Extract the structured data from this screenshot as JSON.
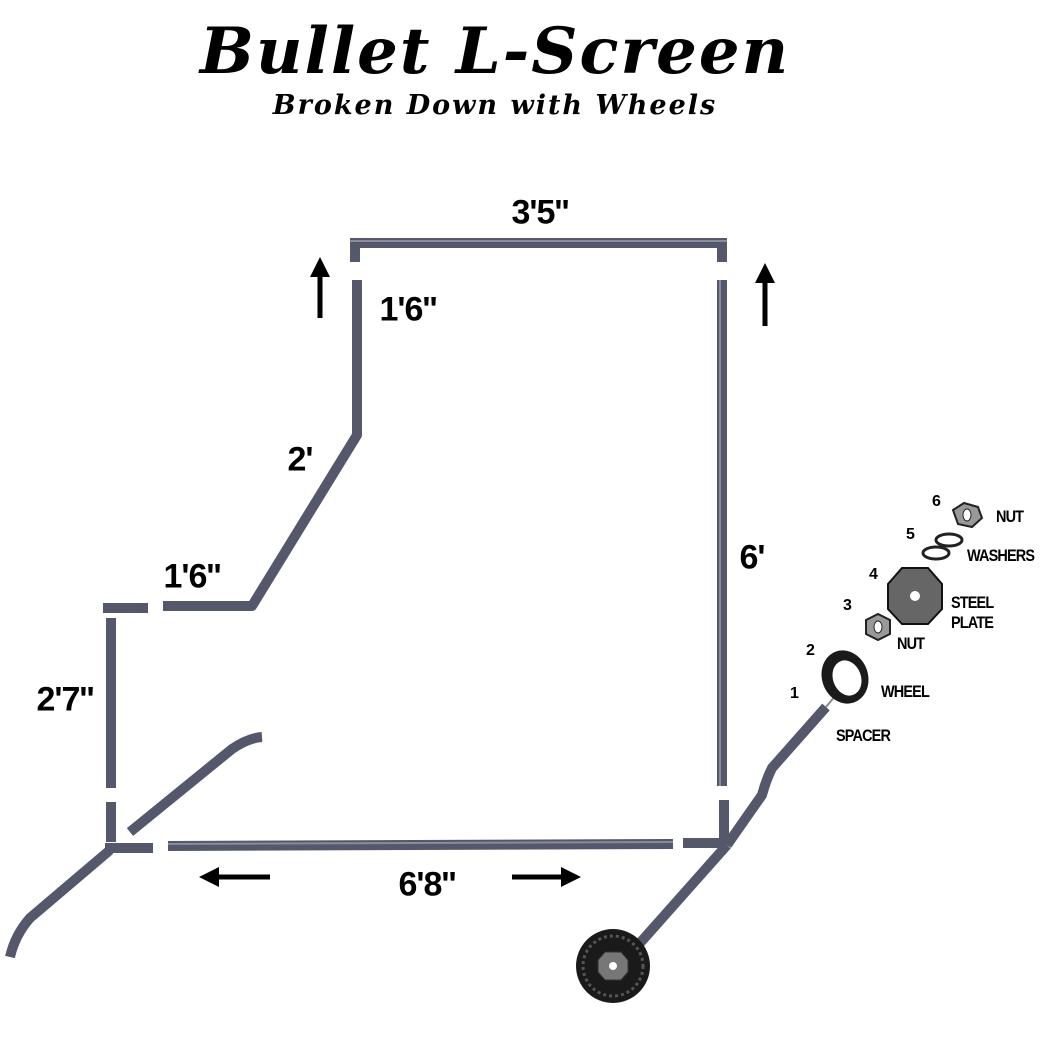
{
  "title": "Bullet L-Screen",
  "subtitle": "Broken Down with Wheels",
  "dimensions": {
    "top": "3'5''",
    "upper_left_vertical": "1'6''",
    "diagonal": "2'",
    "middle_horizontal": "1'6''",
    "right_vertical": "6'",
    "lower_left_vertical": "2'7''",
    "bottom": "6'8''"
  },
  "parts": [
    {
      "number": "1",
      "label": "SPACER"
    },
    {
      "number": "2",
      "label": "WHEEL"
    },
    {
      "number": "3",
      "label": "NUT"
    },
    {
      "number": "4",
      "label": "STEEL PLATE"
    },
    {
      "number": "5",
      "label": "WASHERS"
    },
    {
      "number": "6",
      "label": "NUT"
    }
  ],
  "colors": {
    "pipe": "#55576a",
    "pipe_highlight": "#8a8c9c",
    "text": "#000000"
  }
}
